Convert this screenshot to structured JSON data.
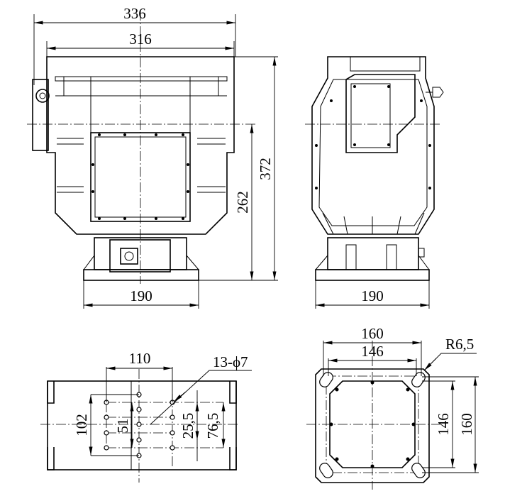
{
  "front_view": {
    "dims": {
      "overall_width": "336",
      "cap_width": "316",
      "base_width": "190",
      "center_height": "262",
      "total_height": "372"
    }
  },
  "side_view": {
    "dims": {
      "base_width": "190"
    }
  },
  "bottom_view": {
    "dims": {
      "hole_spacing_x": "110",
      "hole_spacing_y": "102",
      "inner_spacing": "51",
      "offset_small": "25,5",
      "offset_large": "76,5"
    },
    "hole_callout": "13-ϕ7"
  },
  "base_plate_view": {
    "dims": {
      "outer_width": "160",
      "inner_width": "146",
      "inner_height": "146",
      "outer_height": "160"
    },
    "radius_callout": "R6,5"
  }
}
